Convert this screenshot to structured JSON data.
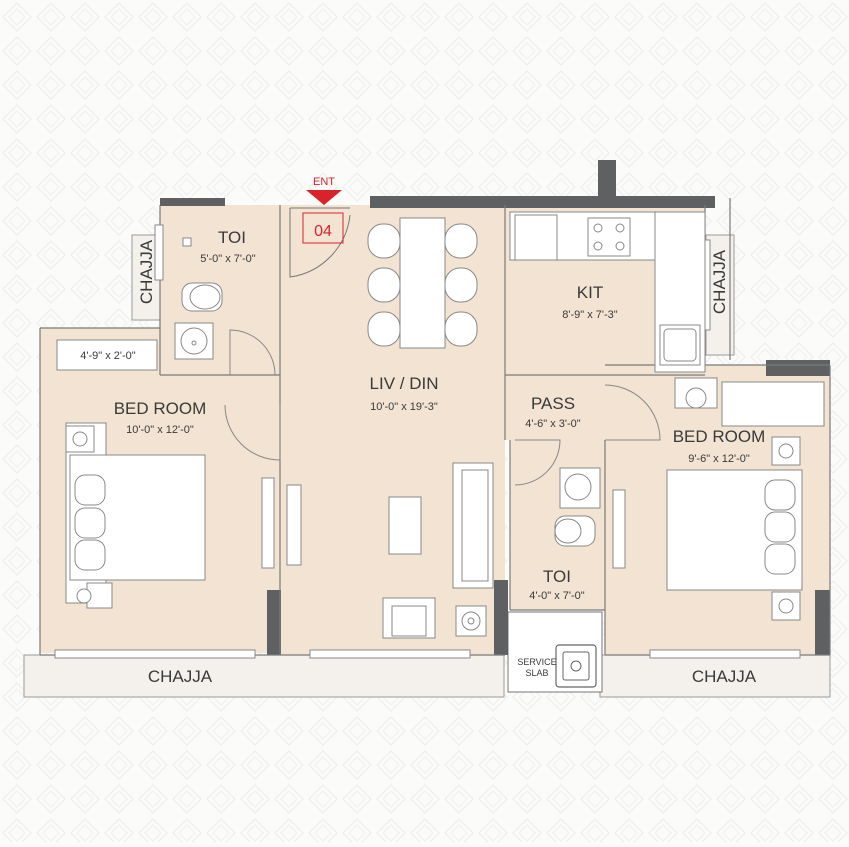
{
  "entrance": {
    "label": "ENT",
    "unit_number": "04"
  },
  "rooms": {
    "toi_1": {
      "name": "TOI",
      "size": "5'-0\" x 7'-0\""
    },
    "liv_din": {
      "name": "LIV / DIN",
      "size": "10'-0\" x 19'-3\""
    },
    "kit": {
      "name": "KIT",
      "size": "8'-9\" x 7'-3\""
    },
    "pass": {
      "name": "PASS",
      "size": "4'-6\" x 3'-0\""
    },
    "bed_left": {
      "name": "BED ROOM",
      "size": "10'-0\" x 12'-0\""
    },
    "bed_right": {
      "name": "BED ROOM",
      "size": "9'-6\" x 12'-0\""
    },
    "toi_2": {
      "name": "TOI",
      "size": "4'-0\" x 7'-0\""
    },
    "wardrobe_left": {
      "size": "4'-9\" x 2'-0\""
    }
  },
  "chajja": {
    "left_vertical": "CHAJJA",
    "right_vertical": "CHAJJA",
    "bottom_left": "CHAJJA",
    "bottom_right": "CHAJJA"
  },
  "service_slab": {
    "line1": "SERVICE",
    "line2": "SLAB"
  },
  "colors": {
    "floor": "#f2e3d2",
    "wall": "#5f6062",
    "line": "#777777",
    "entrance_red": "#d9232a",
    "background": "#fbfbfa",
    "pattern": "#ececec"
  }
}
